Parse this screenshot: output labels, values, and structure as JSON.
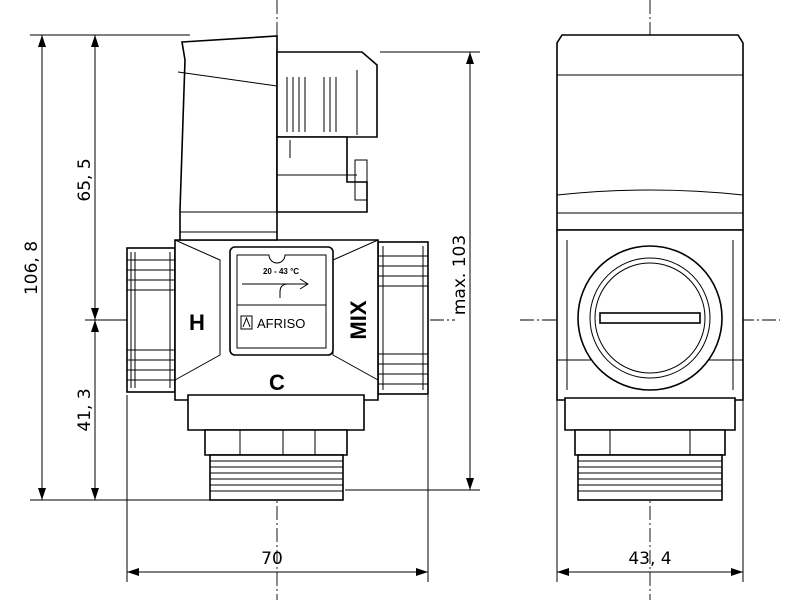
{
  "dimensions": {
    "total_height": "106, 8",
    "upper_height": "65, 5",
    "lower_height": "41, 3",
    "max_height": "max. 103",
    "width_front": "70",
    "width_side": "43, 4"
  },
  "port_labels": {
    "hot": "H",
    "cold": "C",
    "mix": "MIX"
  },
  "nameplate": {
    "range": "20 - 43 °C",
    "brand": "AFRISO"
  }
}
